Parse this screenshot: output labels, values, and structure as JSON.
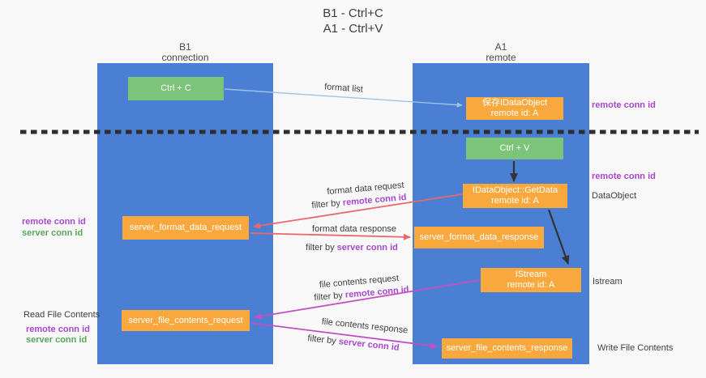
{
  "title": {
    "line1": "B1 - Ctrl+C",
    "line2": "A1 - Ctrl+V"
  },
  "columns": {
    "left": {
      "name": "B1",
      "subtitle": "connection"
    },
    "right": {
      "name": "A1",
      "subtitle": "remote"
    }
  },
  "boxes": {
    "ctrl_c": {
      "label": "Ctrl + C"
    },
    "ctrl_v": {
      "label": "Ctrl + V"
    },
    "save_dataobject": {
      "line1": "保存IDataObject",
      "line2": "remote id: A"
    },
    "getdata": {
      "line1": "IDataObject::GetData",
      "line2": "remote id: A"
    },
    "istream": {
      "line1": "IStream",
      "line2": "remote id: A"
    },
    "server_format_data_request": {
      "label": "server_format_data_request"
    },
    "server_format_data_response": {
      "label": "server_format_data_response"
    },
    "server_file_contents_request": {
      "label": "server_file_contents_request"
    },
    "server_file_contents_response": {
      "label": "server_file_contents_response"
    }
  },
  "flow_labels": {
    "format_list": "format list",
    "format_data_request": "format data request",
    "filter_remote_1": {
      "prefix": "filter by ",
      "keyword": "remote conn id"
    },
    "format_data_response": "format data response",
    "filter_server_1": {
      "prefix": "filter by ",
      "keyword": "server conn id"
    },
    "file_contents_request": "file contents request",
    "filter_remote_2": {
      "prefix": "filter by ",
      "keyword": "remote conn id"
    },
    "file_contents_response": "file contents response",
    "filter_server_2": {
      "prefix": "filter by ",
      "keyword": "server conn id"
    }
  },
  "side_labels": {
    "right_remote_conn_top": "remote conn id",
    "right_remote_conn_mid": "remote conn id",
    "dataobject": "DataObject",
    "istream": "Istream",
    "write_file_contents": "Write File Contents",
    "left_remote_conn_mid": "remote conn id",
    "left_server_conn_mid": "server conn id",
    "read_file_contents": "Read File Contents",
    "left_remote_conn_bottom": "remote conn id",
    "left_server_conn_bottom": "server conn id"
  },
  "colors": {
    "bg": "#f8f8f8",
    "ink": "#3d3d3d",
    "column-blue": "#4a7fd4",
    "box-orange": "#f8a83d",
    "box-green": "#7cc479",
    "arrow-blue": "#9dc3e6",
    "arrow-red": "#e8696b",
    "arrow-black": "#333333",
    "arrow-magenta": "#c44fc4",
    "text-purple": "#a848cf",
    "text-green": "#58a85c",
    "divider": "#2e2e2e"
  }
}
